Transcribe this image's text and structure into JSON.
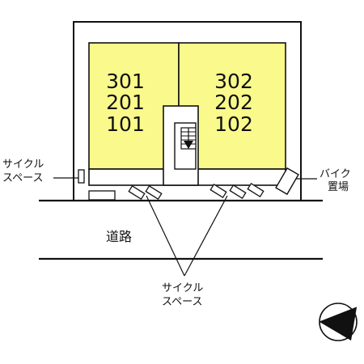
{
  "units": {
    "left": [
      "301",
      "201",
      "101"
    ],
    "right": [
      "302",
      "202",
      "102"
    ]
  },
  "labels": {
    "cycle_space_left": [
      "サイクル",
      "スペース"
    ],
    "bike_parking": [
      "バイク",
      "置場"
    ],
    "road": "道路",
    "cycle_space_bottom": [
      "サイクル",
      "スペース"
    ]
  },
  "icons": {
    "compass": "north-arrow-icon",
    "stairs": "stairs-icon"
  },
  "colors": {
    "unit_fill": "#fafa8c",
    "line": "#111111",
    "background": "#ffffff"
  }
}
